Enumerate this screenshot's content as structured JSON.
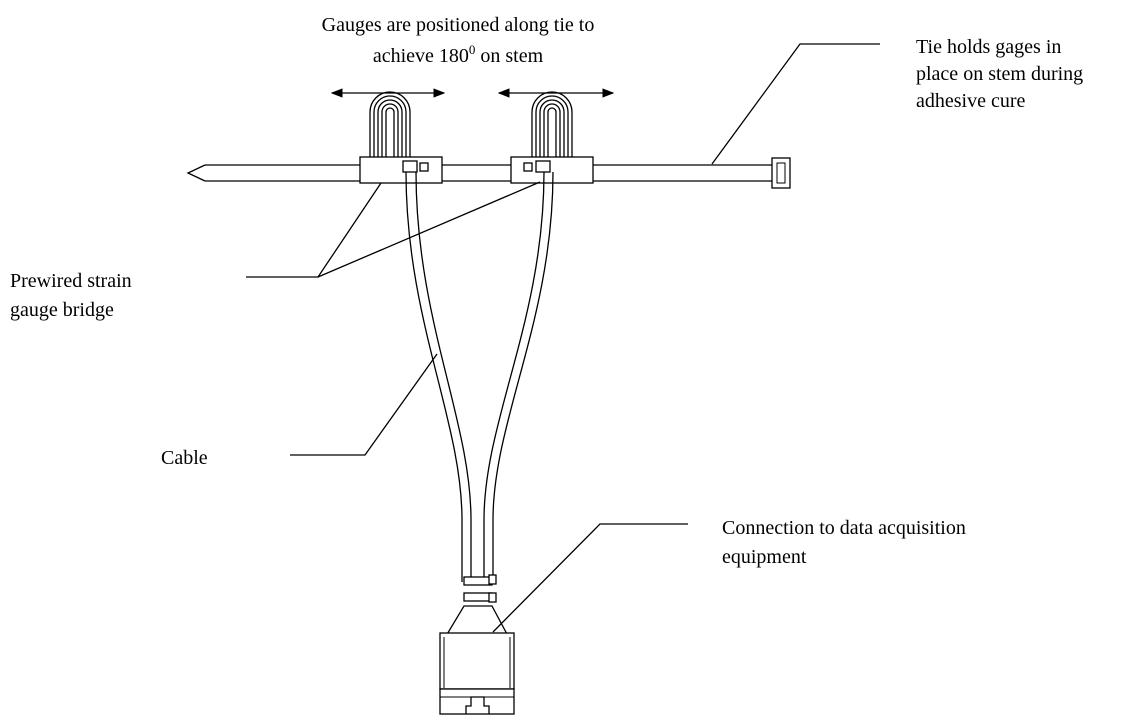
{
  "labels": {
    "gauges_line1": "Gauges are positioned along tie to",
    "gauges_line2_prefix": "achieve 180",
    "gauges_line2_sup": "0",
    "gauges_line2_suffix": " on stem",
    "tie_line1": "Tie holds gages in",
    "tie_line2": "place on stem during",
    "tie_line3": "adhesive cure",
    "prewired_line1": "Prewired strain",
    "prewired_line2": "gauge bridge",
    "cable": "Cable",
    "connection_line1": "Connection to data acquisition",
    "connection_line2": "equipment"
  }
}
